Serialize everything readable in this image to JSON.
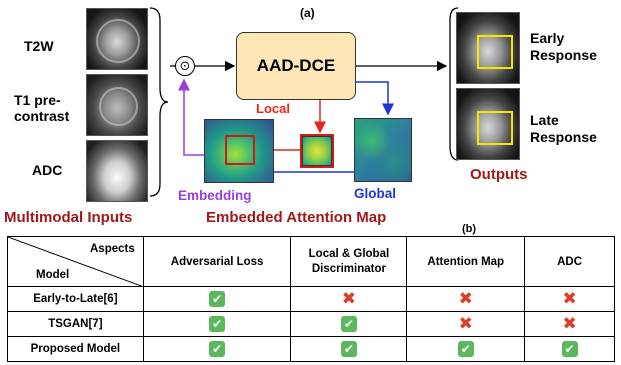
{
  "panel_a_label": "(a)",
  "panel_b_label": "(b)",
  "inputs": {
    "labels": [
      "T2W",
      "T1 pre-\ncontrast",
      "ADC"
    ],
    "group_title": "Multimodal Inputs"
  },
  "operator_symbol": "⊙",
  "model_box_label": "AAD-DCE",
  "local_label": "Local",
  "global_label": "Global",
  "embedding_label": "Embedding",
  "attention_map_title": "Embedded Attention Map",
  "outputs": {
    "labels": [
      "Early\nResponse",
      "Late\nResponse"
    ],
    "group_title": "Outputs"
  },
  "colors": {
    "dark_red": "#a01818",
    "red": "#e8241c",
    "blue": "#1f35d8",
    "purple": "#9a3ee0",
    "box_fill": "#fde7b6",
    "box_border": "#333333"
  },
  "table": {
    "corner_top": "Aspects",
    "corner_bottom": "Model",
    "headers": [
      "Adversarial Loss",
      "Local & Global\nDiscriminator",
      "Attention Map",
      "ADC"
    ],
    "rows": [
      {
        "model": "Early-to-Late[6]",
        "marks": [
          "check",
          "cross",
          "cross",
          "cross"
        ]
      },
      {
        "model": "TSGAN[7]",
        "marks": [
          "check",
          "check",
          "cross",
          "cross"
        ]
      },
      {
        "model": "Proposed Model",
        "marks": [
          "check",
          "check",
          "check",
          "check"
        ]
      }
    ]
  }
}
